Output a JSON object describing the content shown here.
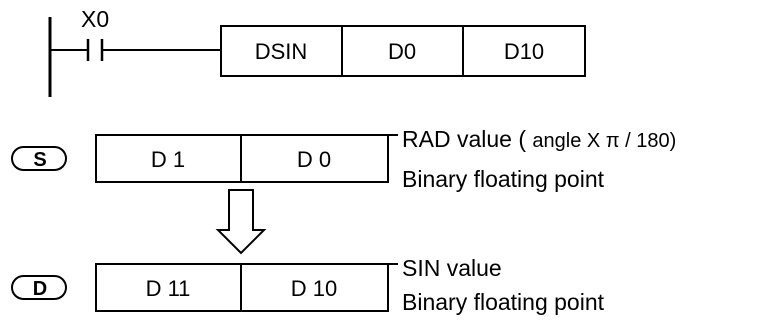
{
  "ladder": {
    "contact_label": "X0",
    "instruction": "DSIN",
    "source_operand": "D0",
    "destination_operand": "D10"
  },
  "source_register": {
    "tag": "S",
    "high_word": "D 1",
    "low_word": "D 0",
    "description_line1_prefix": "RAD value ( ",
    "description_line1_formula": "angle  X π / 180)",
    "description_line2": "Binary floating point"
  },
  "destination_register": {
    "tag": "D",
    "high_word": "D 11",
    "low_word": "D 10",
    "description_line1": "SIN value",
    "description_line2": "Binary floating point"
  }
}
